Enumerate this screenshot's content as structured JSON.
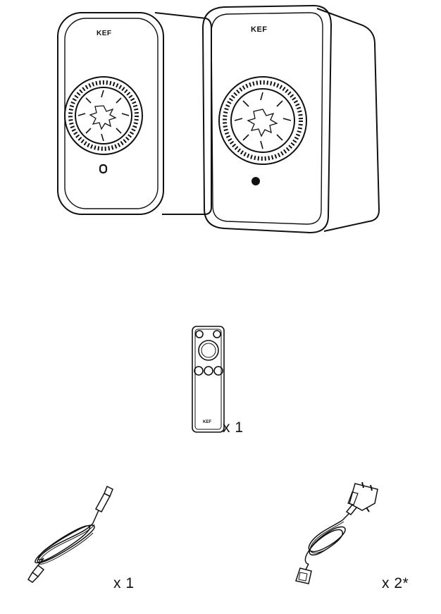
{
  "speakers": {
    "brand_left": "KEF",
    "brand_right": "KEF"
  },
  "remote": {
    "brand": "KEF",
    "quantity_label": "x 1"
  },
  "optical_cable": {
    "quantity_label": "x 1"
  },
  "power_cable": {
    "quantity_label": "x 2*"
  }
}
